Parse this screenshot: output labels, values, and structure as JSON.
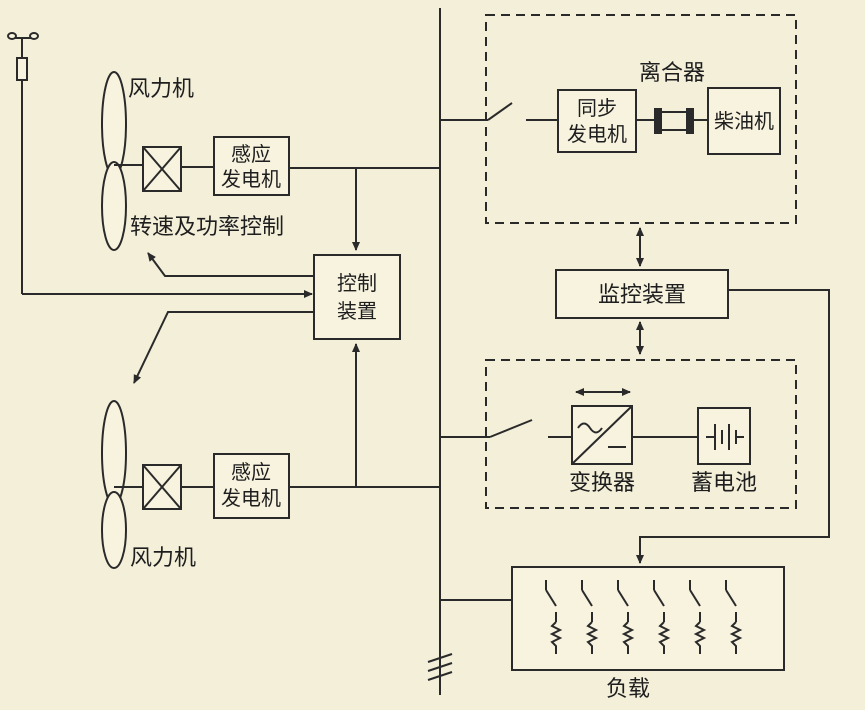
{
  "wind_turbine_top": {
    "label": "风力机"
  },
  "wind_turbine_bottom": {
    "label": "风力机"
  },
  "induction_generator_top": {
    "line1": "感应",
    "line2": "发电机"
  },
  "induction_generator_bottom": {
    "line1": "感应",
    "line2": "发电机"
  },
  "speed_power_control": {
    "label": "转速及功率控制"
  },
  "control_device": {
    "line1": "控制",
    "line2": "装置"
  },
  "clutch": {
    "label": "离合器"
  },
  "sync_generator": {
    "line1": "同步",
    "line2": "发电机"
  },
  "diesel_engine": {
    "label": "柴油机"
  },
  "monitoring_device": {
    "label": "监控装置"
  },
  "converter": {
    "label": "变换器"
  },
  "battery": {
    "label": "蓄电池"
  },
  "load": {
    "label": "负载"
  },
  "icons": {
    "anemometer": "anemometer-icon",
    "gearbox": "gearbox-icon",
    "clutch_symbol": "clutch-icon",
    "converter_symbol": "ac-dc-converter-icon",
    "battery_symbol": "battery-icon",
    "switch": "switch-icon",
    "resistor": "resistor-icon"
  }
}
